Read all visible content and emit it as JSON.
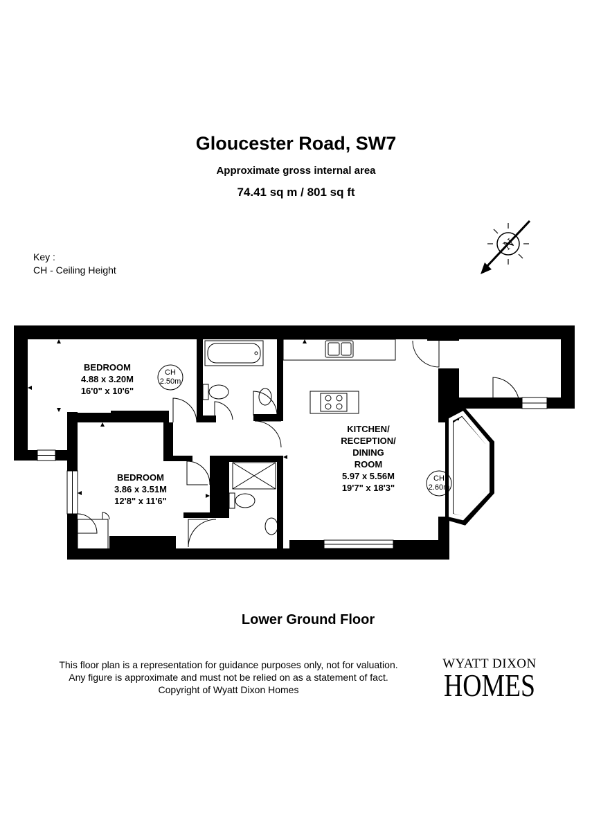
{
  "header": {
    "title": "Gloucester Road, SW7",
    "subtitle": "Approximate gross internal area",
    "area": "74.41 sq m /  801 sq ft"
  },
  "key": {
    "heading": "Key :",
    "entry": "CH - Ceiling Height"
  },
  "compass": {
    "letter": "N"
  },
  "rooms": {
    "bedroom1": {
      "name": "BEDROOM",
      "metric": "4.88 x 3.20M",
      "imperial": "16'0\" x 10'6\""
    },
    "bedroom2": {
      "name": "BEDROOM",
      "metric": "3.86 x 3.51M",
      "imperial": "12'8\" x 11'6\""
    },
    "kitchen": {
      "line1": "KITCHEN/",
      "line2": "RECEPTION/",
      "line3": "DINING",
      "line4": "ROOM",
      "metric": "5.97 x 5.56M",
      "imperial": "19'7\" x 18'3\""
    }
  },
  "ceiling_heights": {
    "bedroom": {
      "label": "CH",
      "value": "2.50m"
    },
    "reception": {
      "label": "CH",
      "value": "2.60m"
    }
  },
  "floor_name": "Lower Ground Floor",
  "disclaimer": {
    "line1": "This floor plan is a representation for guidance purposes only, not for valuation.",
    "line2": "Any figure is approximate and must not be relied on as a statement of fact.",
    "line3": "Copyright of Wyatt Dixon Homes"
  },
  "brand": {
    "line1": "WYATT DIXON",
    "line2": "HOMES"
  }
}
